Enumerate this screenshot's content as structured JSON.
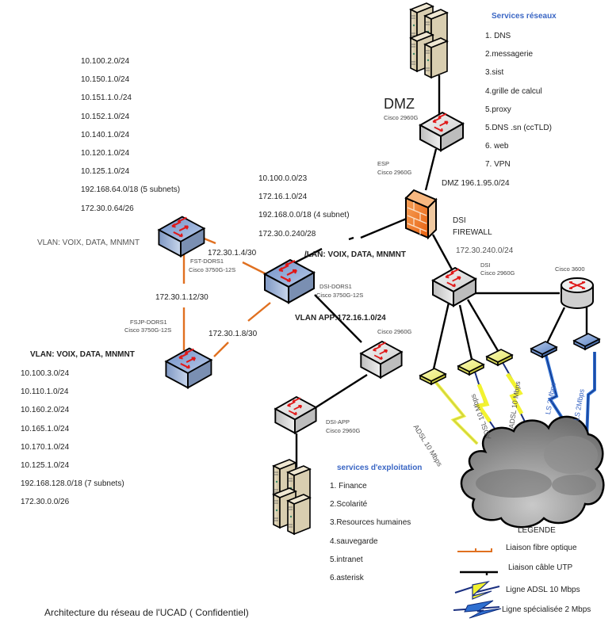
{
  "title": "Architecture du réseau de l'UCAD ( Confidentiel)",
  "colors": {
    "fiber": "#e07020",
    "utp": "#000000",
    "adsl": "#f2f230",
    "leased": "#2f6fd0",
    "firewall": "#f07a20",
    "switch_blue": "#8aa6d2",
    "switch_gray": "#e0e0e0",
    "heading_blue": "#3a66c4"
  },
  "services_reseaux": {
    "heading": "Services réseaux",
    "items": [
      "1. DNS",
      "2.messagerie",
      "3.sist",
      "4.grille de calcul",
      "5.proxy",
      "5.DNS .sn (ccTLD)",
      "6. web",
      "7. VPN"
    ]
  },
  "services_exploitation": {
    "heading": "services d'exploitation",
    "items": [
      "1. Finance",
      "2.Scolarité",
      "3.Resources humaines",
      "4.sauvegarde",
      "5.intranet",
      "6.asterisk"
    ]
  },
  "subnets_fst": [
    "10.100.2.0/24",
    "10.150.1.0/24",
    "10.151.1.0./24",
    "10.152.1.0/24",
    "10.140.1.0/24",
    "10.120.1.0/24",
    "10.125.1.0/24",
    "192.168.64.0/18 (5 subnets)",
    "172.30.0.64/26"
  ],
  "subnets_dsi": [
    "10.100.0.0/23",
    "172.16.1.0/24",
    "192.168.0.0/18 (4 subnet)",
    "172.30.0.240/28"
  ],
  "subnets_fsjp": [
    "10.100.3.0/24",
    "10.110.1.0/24",
    "10.160.2.0/24",
    "10.165.1.0/24",
    "10.170.1.0/24",
    "10.125.1.0/24",
    "192.168.128.0/18 (7 subnets)",
    "172.30.0.0/26"
  ],
  "vlan_labels": {
    "fst": "VLAN: VOIX, DATA, MNMNT",
    "dsi": "/LAN: VOIX, DATA, MNMNT",
    "fsjp": "VLAN: VOIX, DATA, MNMNT",
    "app": "VLAN APP:172.16.1.0/24"
  },
  "devices": {
    "dmz_switch": {
      "name": "DMZ",
      "model": "Cisco 2960G"
    },
    "esp_switch": {
      "name": "ESP",
      "model": "Cisco 2960G"
    },
    "firewall": {
      "name": "DSI",
      "name2": "FIREWALL"
    },
    "dsi_switch": {
      "name": "DSI",
      "model": "Cisco 2960G"
    },
    "router": {
      "model": "Cisco 3600"
    },
    "fst_dors": {
      "name": "FST-DORS1",
      "model": "Cisco 3750G-12S"
    },
    "dsi_dors": {
      "name": "DSI-DORS1",
      "model": "Cisco 3750G-12S"
    },
    "fsjp_dors": {
      "name": "FSJP-DORS1",
      "model": "Cisco 3750G-12S"
    },
    "mid_switch": {
      "model": "Cisco 2960G"
    },
    "dsi_app": {
      "name": "DSI-APP",
      "model": "Cisco 2960G"
    }
  },
  "network_labels": {
    "dmz_net": "DMZ 196.1.95.0/24",
    "dsi_net": "172.30.240.0/24",
    "link_fst_dsi": "172.30.1.4/30",
    "link_fst_fsjp": "172.30.1.12/30",
    "link_fsjp_dsi": "172.30.1.8/30"
  },
  "wan_links": [
    "ADSL 10 Mbps",
    "ADSL 10 Mbps",
    "ADSL 10 Mbps",
    "LS 2Mbps",
    "LS 2Mbps"
  ],
  "legend": {
    "heading": "LEGENDE",
    "items": [
      {
        "label": "Liaison fibre optique",
        "type": "fiber"
      },
      {
        "label": "Liaison câble UTP",
        "type": "utp"
      },
      {
        "label": "Ligne ADSL 10 Mbps",
        "type": "adsl"
      },
      {
        "label": "Ligne spécialisée 2 Mbps",
        "type": "leased"
      }
    ]
  }
}
